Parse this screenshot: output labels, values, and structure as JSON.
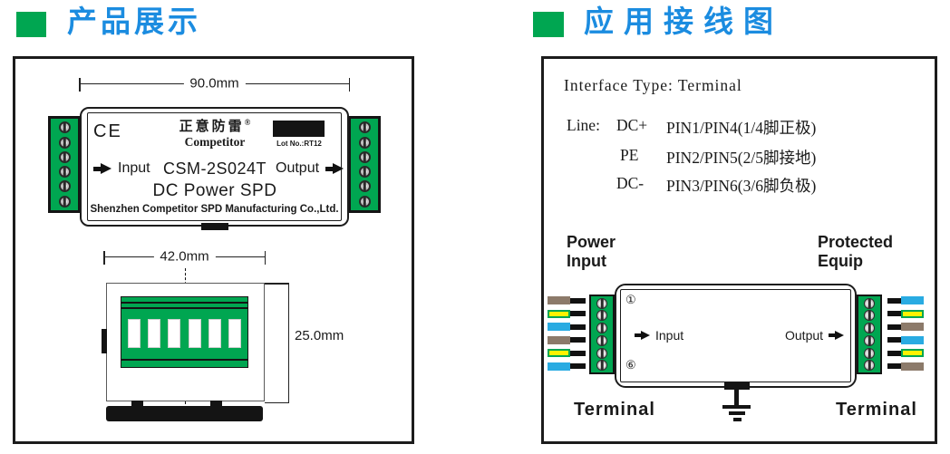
{
  "titles": {
    "left": "产品展示",
    "right": "应用接线图"
  },
  "colors": {
    "title_blue": "#1B8CE0",
    "accent_green": "#00A651",
    "wire_brown": "#8C7A6A",
    "wire_yellow": "#FFF200",
    "wire_blue": "#29ABE2",
    "line_black": "#1c1c1c"
  },
  "product": {
    "dim_width": "90.0mm",
    "dim_bottom_width": "42.0mm",
    "dim_height": "25.0mm",
    "ce_mark": "CE",
    "brand_cn": "正意防雷",
    "reg_mark": "®",
    "brand_en": "Competitor",
    "lot_label": "Lot No.:RT12",
    "input_label": "Input",
    "output_label": "Output",
    "model": "CSM-2S024T",
    "product_type": "DC Power SPD",
    "company": "Shenzhen Competitor SPD Manufacturing Co.,Ltd."
  },
  "wiring": {
    "interface_line": "Interface Type: Terminal",
    "line_prefix": "Line:",
    "rows": [
      {
        "signal": "DC+",
        "pins": "PIN1/PIN4(1/4脚正极)"
      },
      {
        "signal": "PE",
        "pins": "PIN2/PIN5(2/5脚接地)"
      },
      {
        "signal": "DC-",
        "pins": "PIN3/PIN6(3/6脚负极)"
      }
    ],
    "power_label_lines": [
      "Power",
      "Input"
    ],
    "equip_label_lines": [
      "Protected",
      "Equip"
    ],
    "terminal_left": "Terminal",
    "terminal_right": "Terminal",
    "input_label": "Input",
    "output_label": "Output",
    "pin_first": "①",
    "pin_last": "⑥",
    "left_wire_colors": [
      "brown",
      "yellowgreen",
      "blue",
      "brown",
      "yellowgreen",
      "blue"
    ],
    "right_wire_colors": [
      "blue",
      "yellowgreen",
      "brown",
      "blue",
      "yellowgreen",
      "brown"
    ]
  }
}
